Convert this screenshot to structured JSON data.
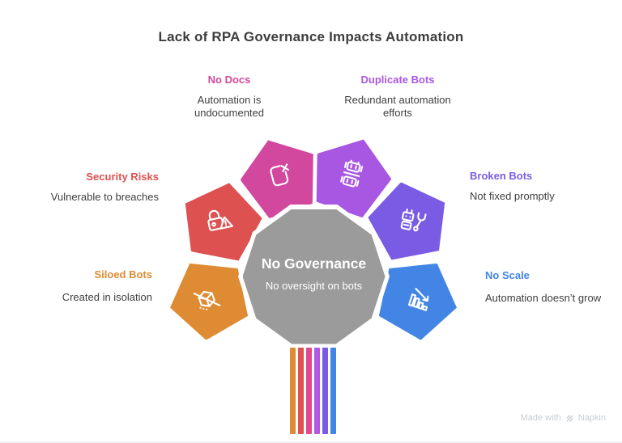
{
  "page_title": "Lack of RPA Governance Impacts Automation",
  "center": {
    "title": "No Governance",
    "subtitle": "No oversight on bots",
    "color": "#9b9b9b"
  },
  "petals": [
    {
      "id": "no-docs",
      "label": "No Docs",
      "description": "Automation is undocumented",
      "color": "#d2489e",
      "icon": "file-x-icon"
    },
    {
      "id": "duplicate-bots",
      "label": "Duplicate Bots",
      "description": "Redundant automation efforts",
      "color": "#a857e2",
      "icon": "duplicate-robots-icon"
    },
    {
      "id": "security-risks",
      "label": "Security Risks",
      "description": "Vulnerable to breaches",
      "color": "#dd5150",
      "icon": "lock-warning-icon"
    },
    {
      "id": "broken-bots",
      "label": "Broken Bots",
      "description": "Not fixed promptly",
      "color": "#7a5ce4",
      "icon": "robot-wrench-icon"
    },
    {
      "id": "siloed-bots",
      "label": "Siloed Bots",
      "description": "Created in isolation",
      "color": "#de8b33",
      "icon": "isolated-cube-icon"
    },
    {
      "id": "no-scale",
      "label": "No Scale",
      "description": "Automation doesn’t grow",
      "color": "#4285e4",
      "icon": "declining-bars-icon"
    }
  ],
  "stripes": [
    "#de8b33",
    "#dd5150",
    "#e0498e",
    "#b259e0",
    "#7a5ce4",
    "#4285e4"
  ],
  "watermark": {
    "prefix": "Made with",
    "brand": "Napkin",
    "icon": "napkin-logo-icon"
  }
}
